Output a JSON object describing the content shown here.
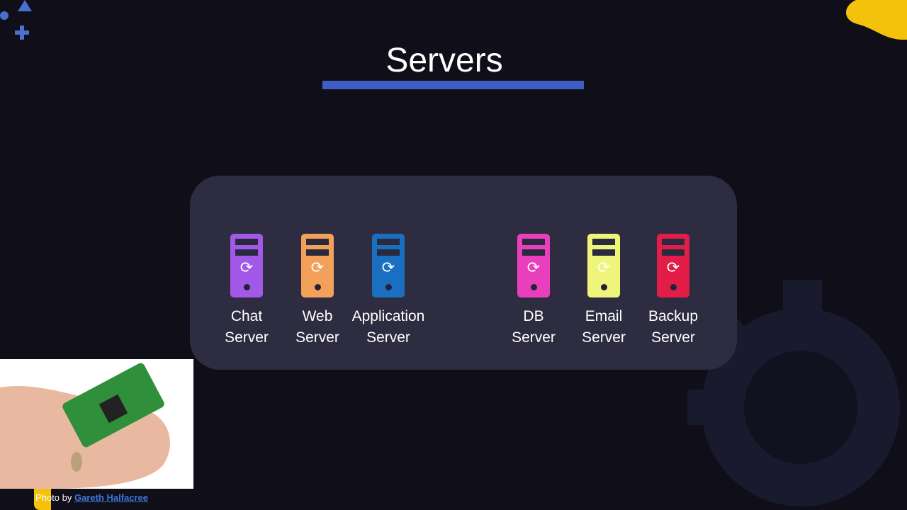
{
  "title": "Servers",
  "servers": [
    {
      "line1": "Chat",
      "line2": "Server",
      "color": "#a259e8"
    },
    {
      "line1": "Web",
      "line2": "Server",
      "color": "#f2a05a"
    },
    {
      "line1": "Application",
      "line2": "Server",
      "color": "#1a6fc0"
    },
    {
      "line1": "DB",
      "line2": "Server",
      "color": "#e93fbd"
    },
    {
      "line1": "Email",
      "line2": "Server",
      "color": "#eef57a"
    },
    {
      "line1": "Backup",
      "line2": "Server",
      "color": "#e11d48"
    }
  ],
  "credit": {
    "prefix": "Photo by",
    "author": "Gareth Halfacree"
  }
}
